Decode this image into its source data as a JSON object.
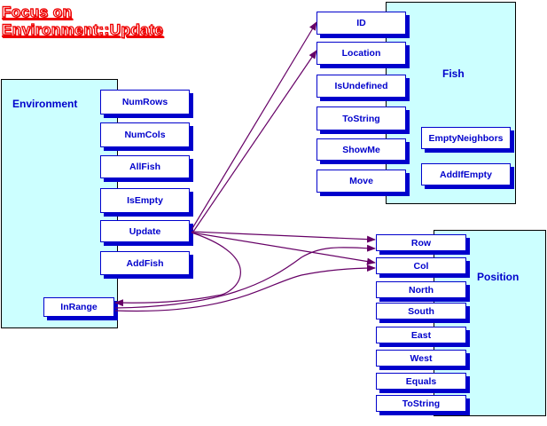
{
  "title": {
    "line1": "Focus on ",
    "line2": "Environment::Update"
  },
  "colors": {
    "panel": "#ccffff",
    "method_text": "#0000cc",
    "arrow": "#660066",
    "title": "#ee0000"
  },
  "classes": {
    "environment": {
      "label": "Environment",
      "methods": [
        "NumRows",
        "NumCols",
        "AllFish",
        "IsEmpty",
        "Update",
        "AddFish"
      ],
      "private_methods": [
        "InRange"
      ]
    },
    "fish": {
      "label": "Fish",
      "methods": [
        "ID",
        "Location",
        "IsUndefined",
        "ToString",
        "ShowMe",
        "Move"
      ],
      "private_methods": [
        "EmptyNeighbors",
        "AddIfEmpty"
      ]
    },
    "position": {
      "label": "Position",
      "methods": [
        "Row",
        "Col",
        "North",
        "South",
        "East",
        "West",
        "Equals",
        "ToString"
      ]
    }
  },
  "calls": [
    {
      "from": "Environment::Update",
      "to": "Fish::ID"
    },
    {
      "from": "Environment::Update",
      "to": "Fish::Location"
    },
    {
      "from": "Environment::Update",
      "to": "Position::Row"
    },
    {
      "from": "Environment::Update",
      "to": "Position::Col"
    },
    {
      "from": "Environment::Update",
      "to": "Environment::InRange"
    },
    {
      "from": "Environment::InRange",
      "to": "Position::Row"
    },
    {
      "from": "Environment::InRange",
      "to": "Position::Col"
    }
  ]
}
